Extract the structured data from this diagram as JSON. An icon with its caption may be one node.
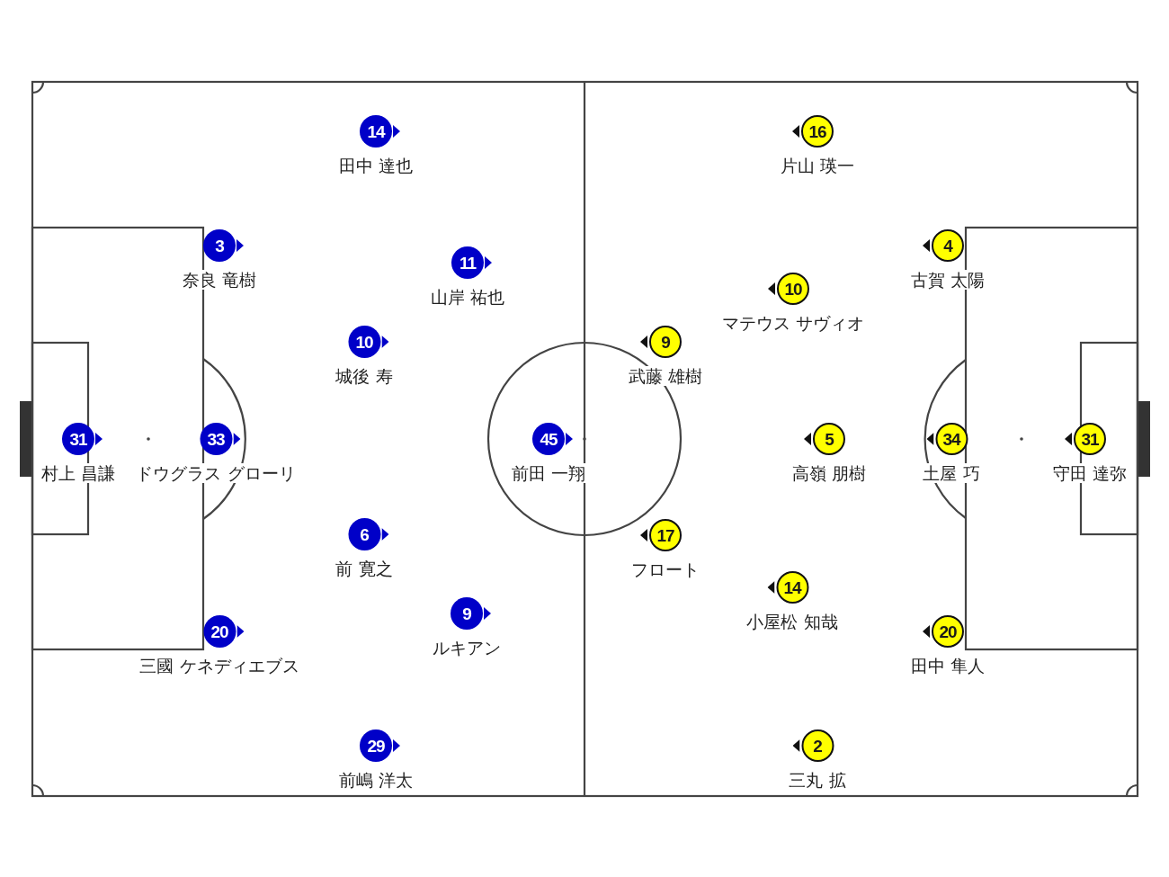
{
  "diagram": {
    "nodes": [
      {
        "text": [
          "14",
          "田中 達也"
        ]
      },
      {
        "text": [
          "3",
          "奈良 竜樹"
        ]
      },
      {
        "text": [
          "11",
          "山岸 祐也"
        ]
      },
      {
        "text": [
          "10",
          "城後 寿"
        ]
      },
      {
        "text": [
          "31",
          "村上 昌謙"
        ]
      },
      {
        "text": [
          "33",
          "ドウグラス グローリ"
        ]
      },
      {
        "text": [
          "45",
          "前田 一翔"
        ]
      },
      {
        "text": [
          "6",
          "前 寛之"
        ]
      },
      {
        "text": [
          "9",
          "ルキアン"
        ]
      },
      {
        "text": [
          "20",
          "三國 ケネディエブス"
        ]
      },
      {
        "text": [
          "29",
          "前嶋 洋太"
        ]
      },
      {
        "text": [
          "16",
          "片山 瑛一"
        ]
      },
      {
        "text": [
          "4",
          "古賀 太陽"
        ]
      },
      {
        "text": [
          "10",
          "マテウス サヴィオ"
        ]
      },
      {
        "text": [
          "9",
          "武藤 雄樹"
        ]
      },
      {
        "text": [
          "5",
          "高嶺 朋樹"
        ]
      },
      {
        "text": [
          "34",
          "土屋 巧"
        ]
      },
      {
        "text": [
          "31",
          "守田 達弥"
        ]
      },
      {
        "text": [
          "17",
          "フロート"
        ]
      },
      {
        "text": [
          "14",
          "小屋松 知哉"
        ]
      },
      {
        "text": [
          "20",
          "田中 隼人"
        ]
      },
      {
        "text": [
          "2",
          "三丸 拡"
        ]
      }
    ]
  }
}
